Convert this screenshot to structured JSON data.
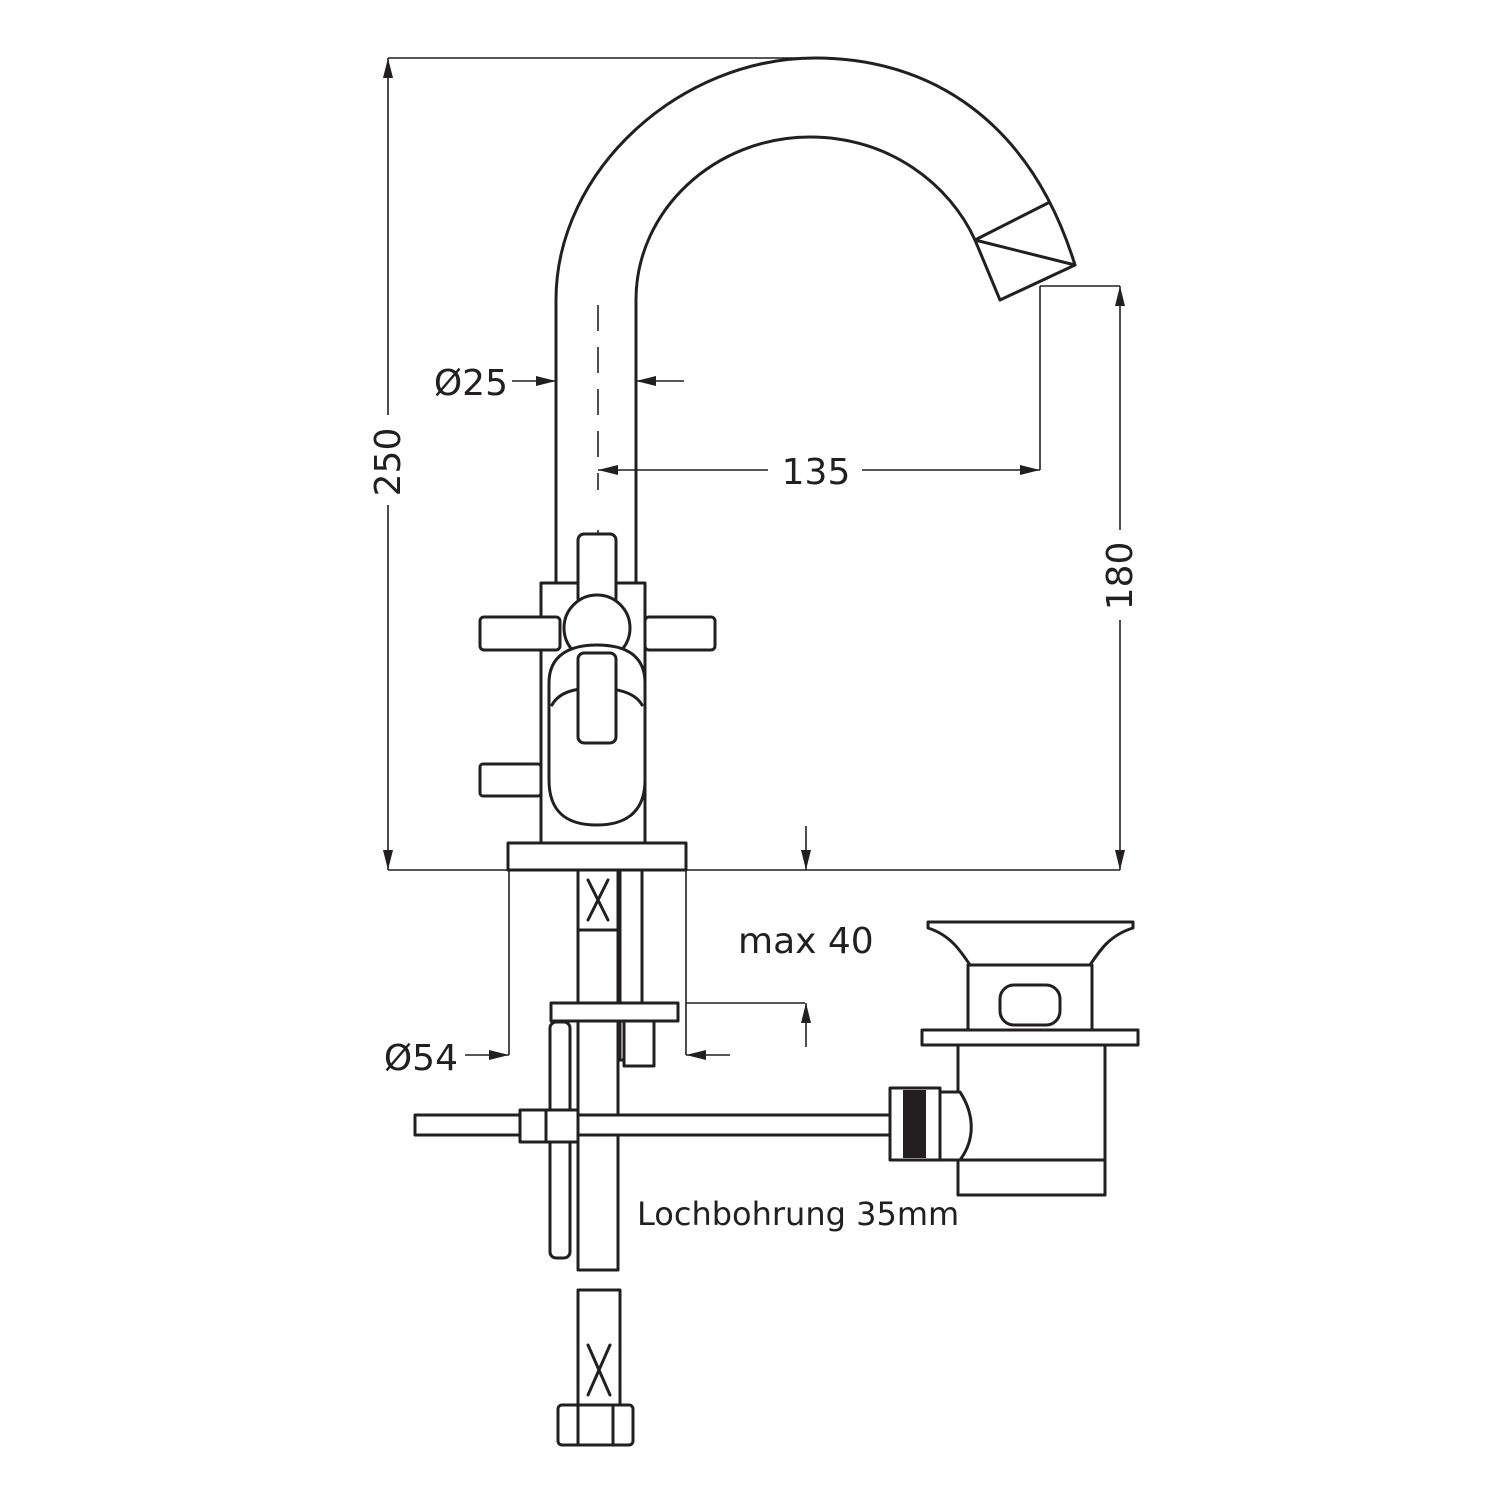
{
  "dimensions": {
    "total_height": "250",
    "spout_height": "180",
    "spout_reach": "135",
    "spout_diameter": "Ø25",
    "base_diameter": "Ø54",
    "max_thickness": "max 40"
  },
  "notes": {
    "hole_drilling": "Lochbohrung 35mm"
  },
  "colors": {
    "line": "#231f20",
    "background": "#ffffff"
  }
}
